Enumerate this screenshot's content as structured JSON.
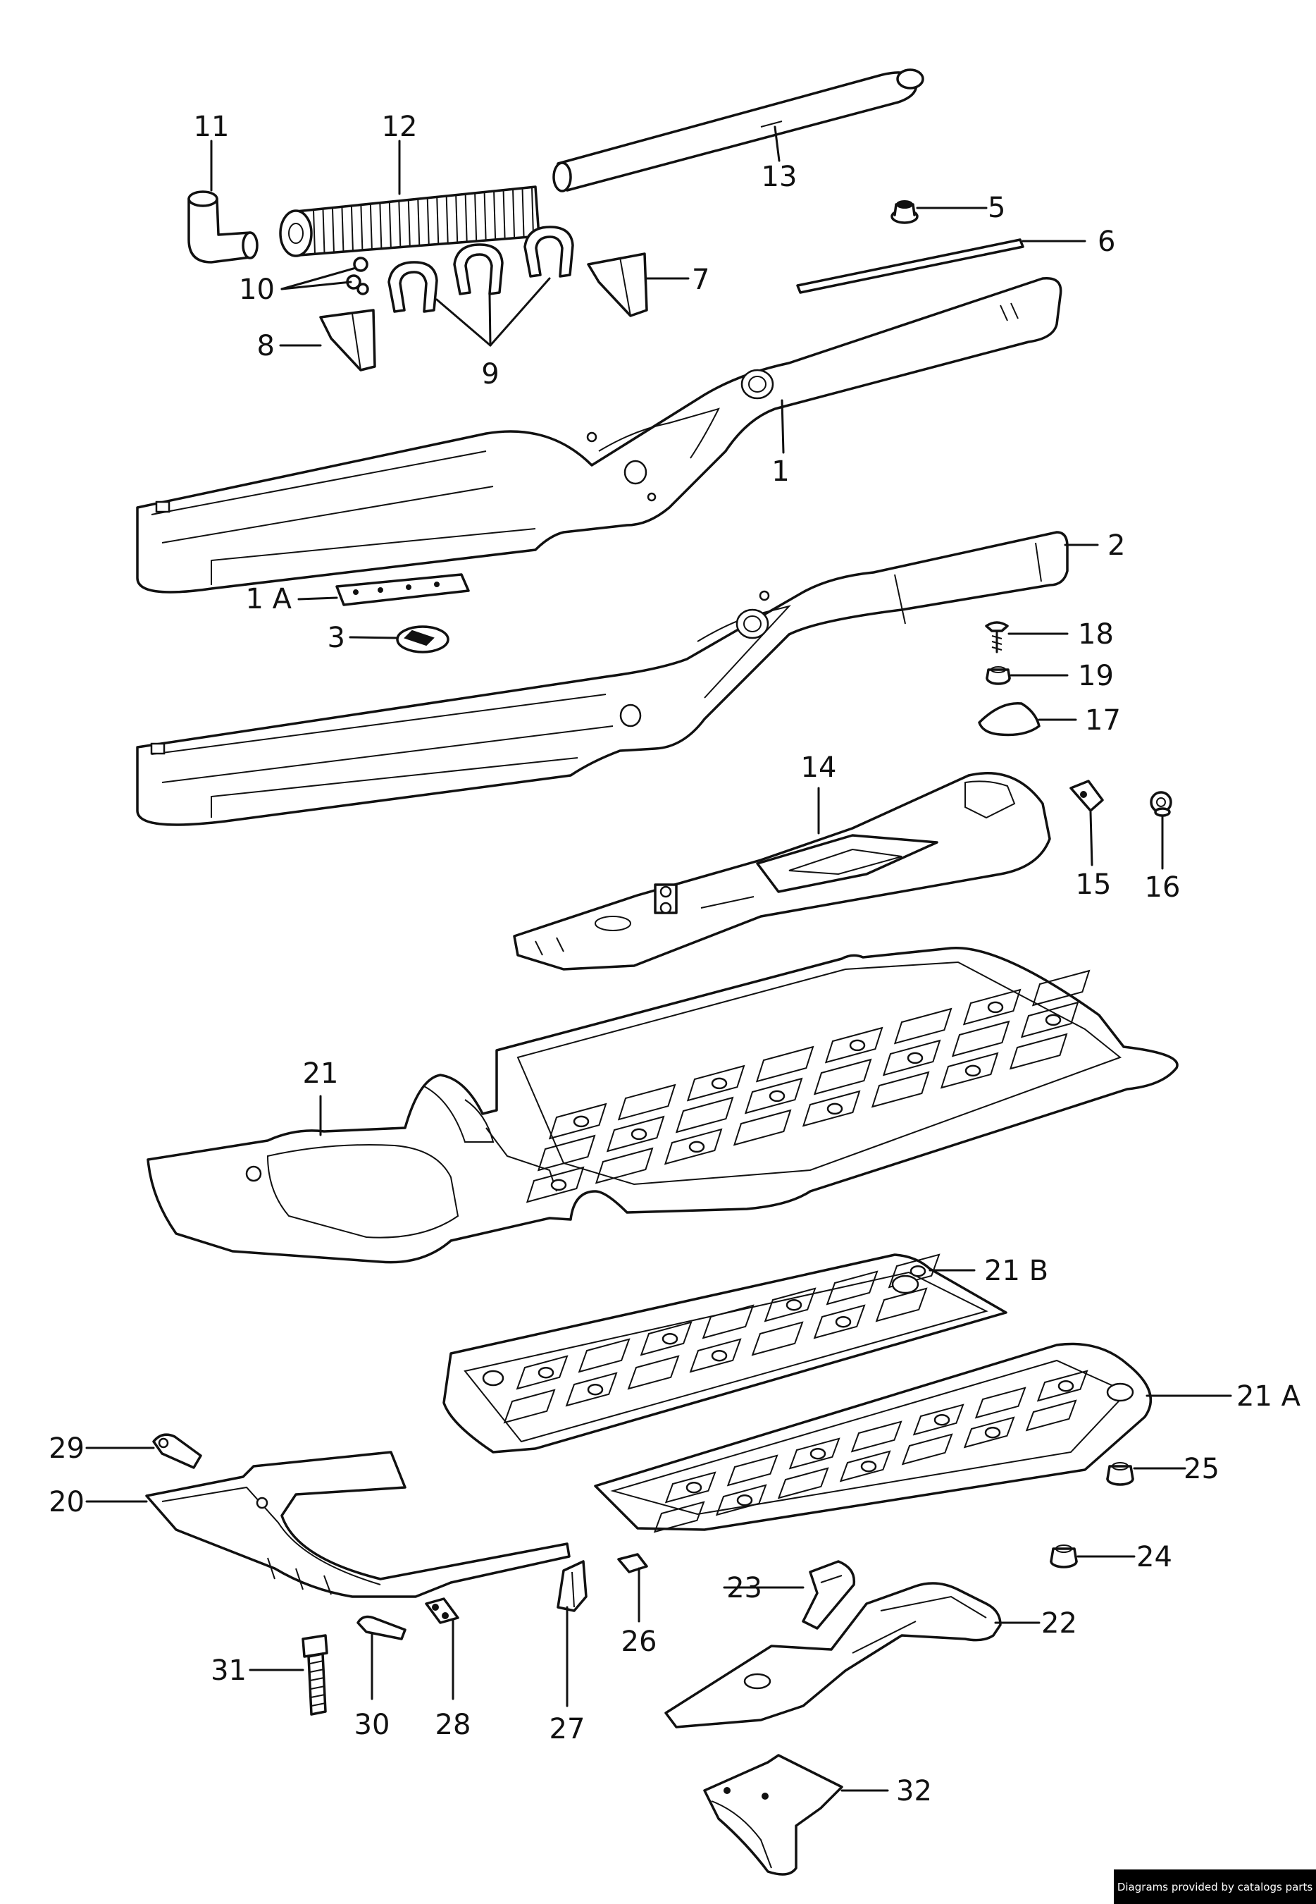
{
  "parts": {
    "p1": "1",
    "p1a": "1 A",
    "p2": "2",
    "p3": "3",
    "p5": "5",
    "p6": "6",
    "p7": "7",
    "p8": "8",
    "p9": "9",
    "p10": "10",
    "p11": "11",
    "p12": "12",
    "p13": "13",
    "p14": "14",
    "p15": "15",
    "p16": "16",
    "p17": "17",
    "p18": "18",
    "p19": "19",
    "p20": "20",
    "p21": "21",
    "p21a": "21 A",
    "p21b": "21 B",
    "p22": "22",
    "p23": "23",
    "p24": "24",
    "p25": "25",
    "p26": "26",
    "p27": "27",
    "p28": "28",
    "p29": "29",
    "p30": "30",
    "p31": "31",
    "p32": "32"
  },
  "footer": {
    "credit": "Diagrams provided by catalogs parts"
  }
}
